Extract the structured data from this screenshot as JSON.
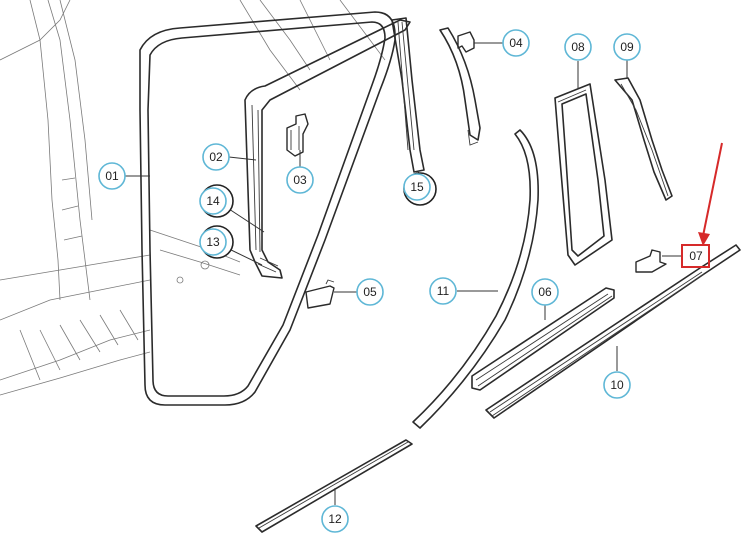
{
  "colors": {
    "line": "#2b2b2b",
    "callout_ring": "#5fb7d6",
    "highlight": "#d62a2a",
    "background": "#ffffff"
  },
  "callouts": [
    {
      "id": "01",
      "label": "01"
    },
    {
      "id": "02",
      "label": "02"
    },
    {
      "id": "03",
      "label": "03"
    },
    {
      "id": "04",
      "label": "04"
    },
    {
      "id": "05",
      "label": "05"
    },
    {
      "id": "06",
      "label": "06"
    },
    {
      "id": "07",
      "label": "07",
      "highlighted": true
    },
    {
      "id": "08",
      "label": "08"
    },
    {
      "id": "09",
      "label": "09"
    },
    {
      "id": "10",
      "label": "10"
    },
    {
      "id": "11",
      "label": "11"
    },
    {
      "id": "12",
      "label": "12"
    },
    {
      "id": "13",
      "label": "13"
    },
    {
      "id": "14",
      "label": "14"
    },
    {
      "id": "15",
      "label": "15"
    }
  ]
}
